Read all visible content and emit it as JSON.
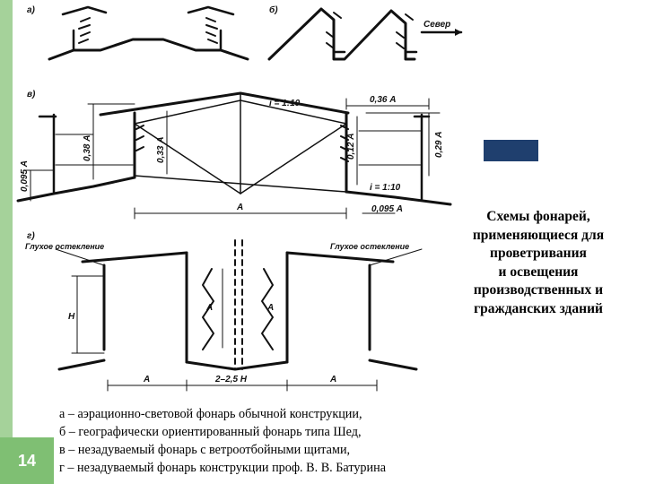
{
  "page": {
    "number": "14"
  },
  "colors": {
    "sidebar": "#a5d29a",
    "badge": "#7fbf73",
    "swatch": "#1f3f6e",
    "ink": "#111111"
  },
  "caption": {
    "lines": [
      "Схемы фонарей,",
      "применяющиеся для",
      "проветривания",
      "и освещения",
      "производственных и",
      "гражданских зданий"
    ]
  },
  "legend": {
    "items": [
      "а – аэрационно-световой фонарь обычной конструкции,",
      "б – географически ориентированный фонарь типа Шед,",
      "в – незадуваемый фонарь с ветроотбойными щитами,",
      "г – незадуваемый фонарь конструкции проф. В. В. Батурина"
    ]
  },
  "diagram": {
    "labels": {
      "a": "а)",
      "b": "б)",
      "v": "в)",
      "g": "г)",
      "north": "Север",
      "slope_top": "i = 1:10",
      "slope_bottom": "i = 1:10",
      "dim_036A": "0,36 А",
      "dim_029A": "0,29 А",
      "dim_038A": "0,38 А",
      "dim_033A": "0,33 А",
      "dim_012A": "0,12 А",
      "dim_0095A_left": "0,095 А",
      "dim_0095A_right": "0,095 А",
      "dim_A_v": "А",
      "glazing_left": "Глухое остекление",
      "glazing_right": "Глухое остекление",
      "dim_H": "Н",
      "dim_A_left": "А",
      "dim_A_mid": "А",
      "dim_A_g_left": "А",
      "dim_A_g_right": "А",
      "dim_2_25H": "2–2,5 Н"
    }
  }
}
